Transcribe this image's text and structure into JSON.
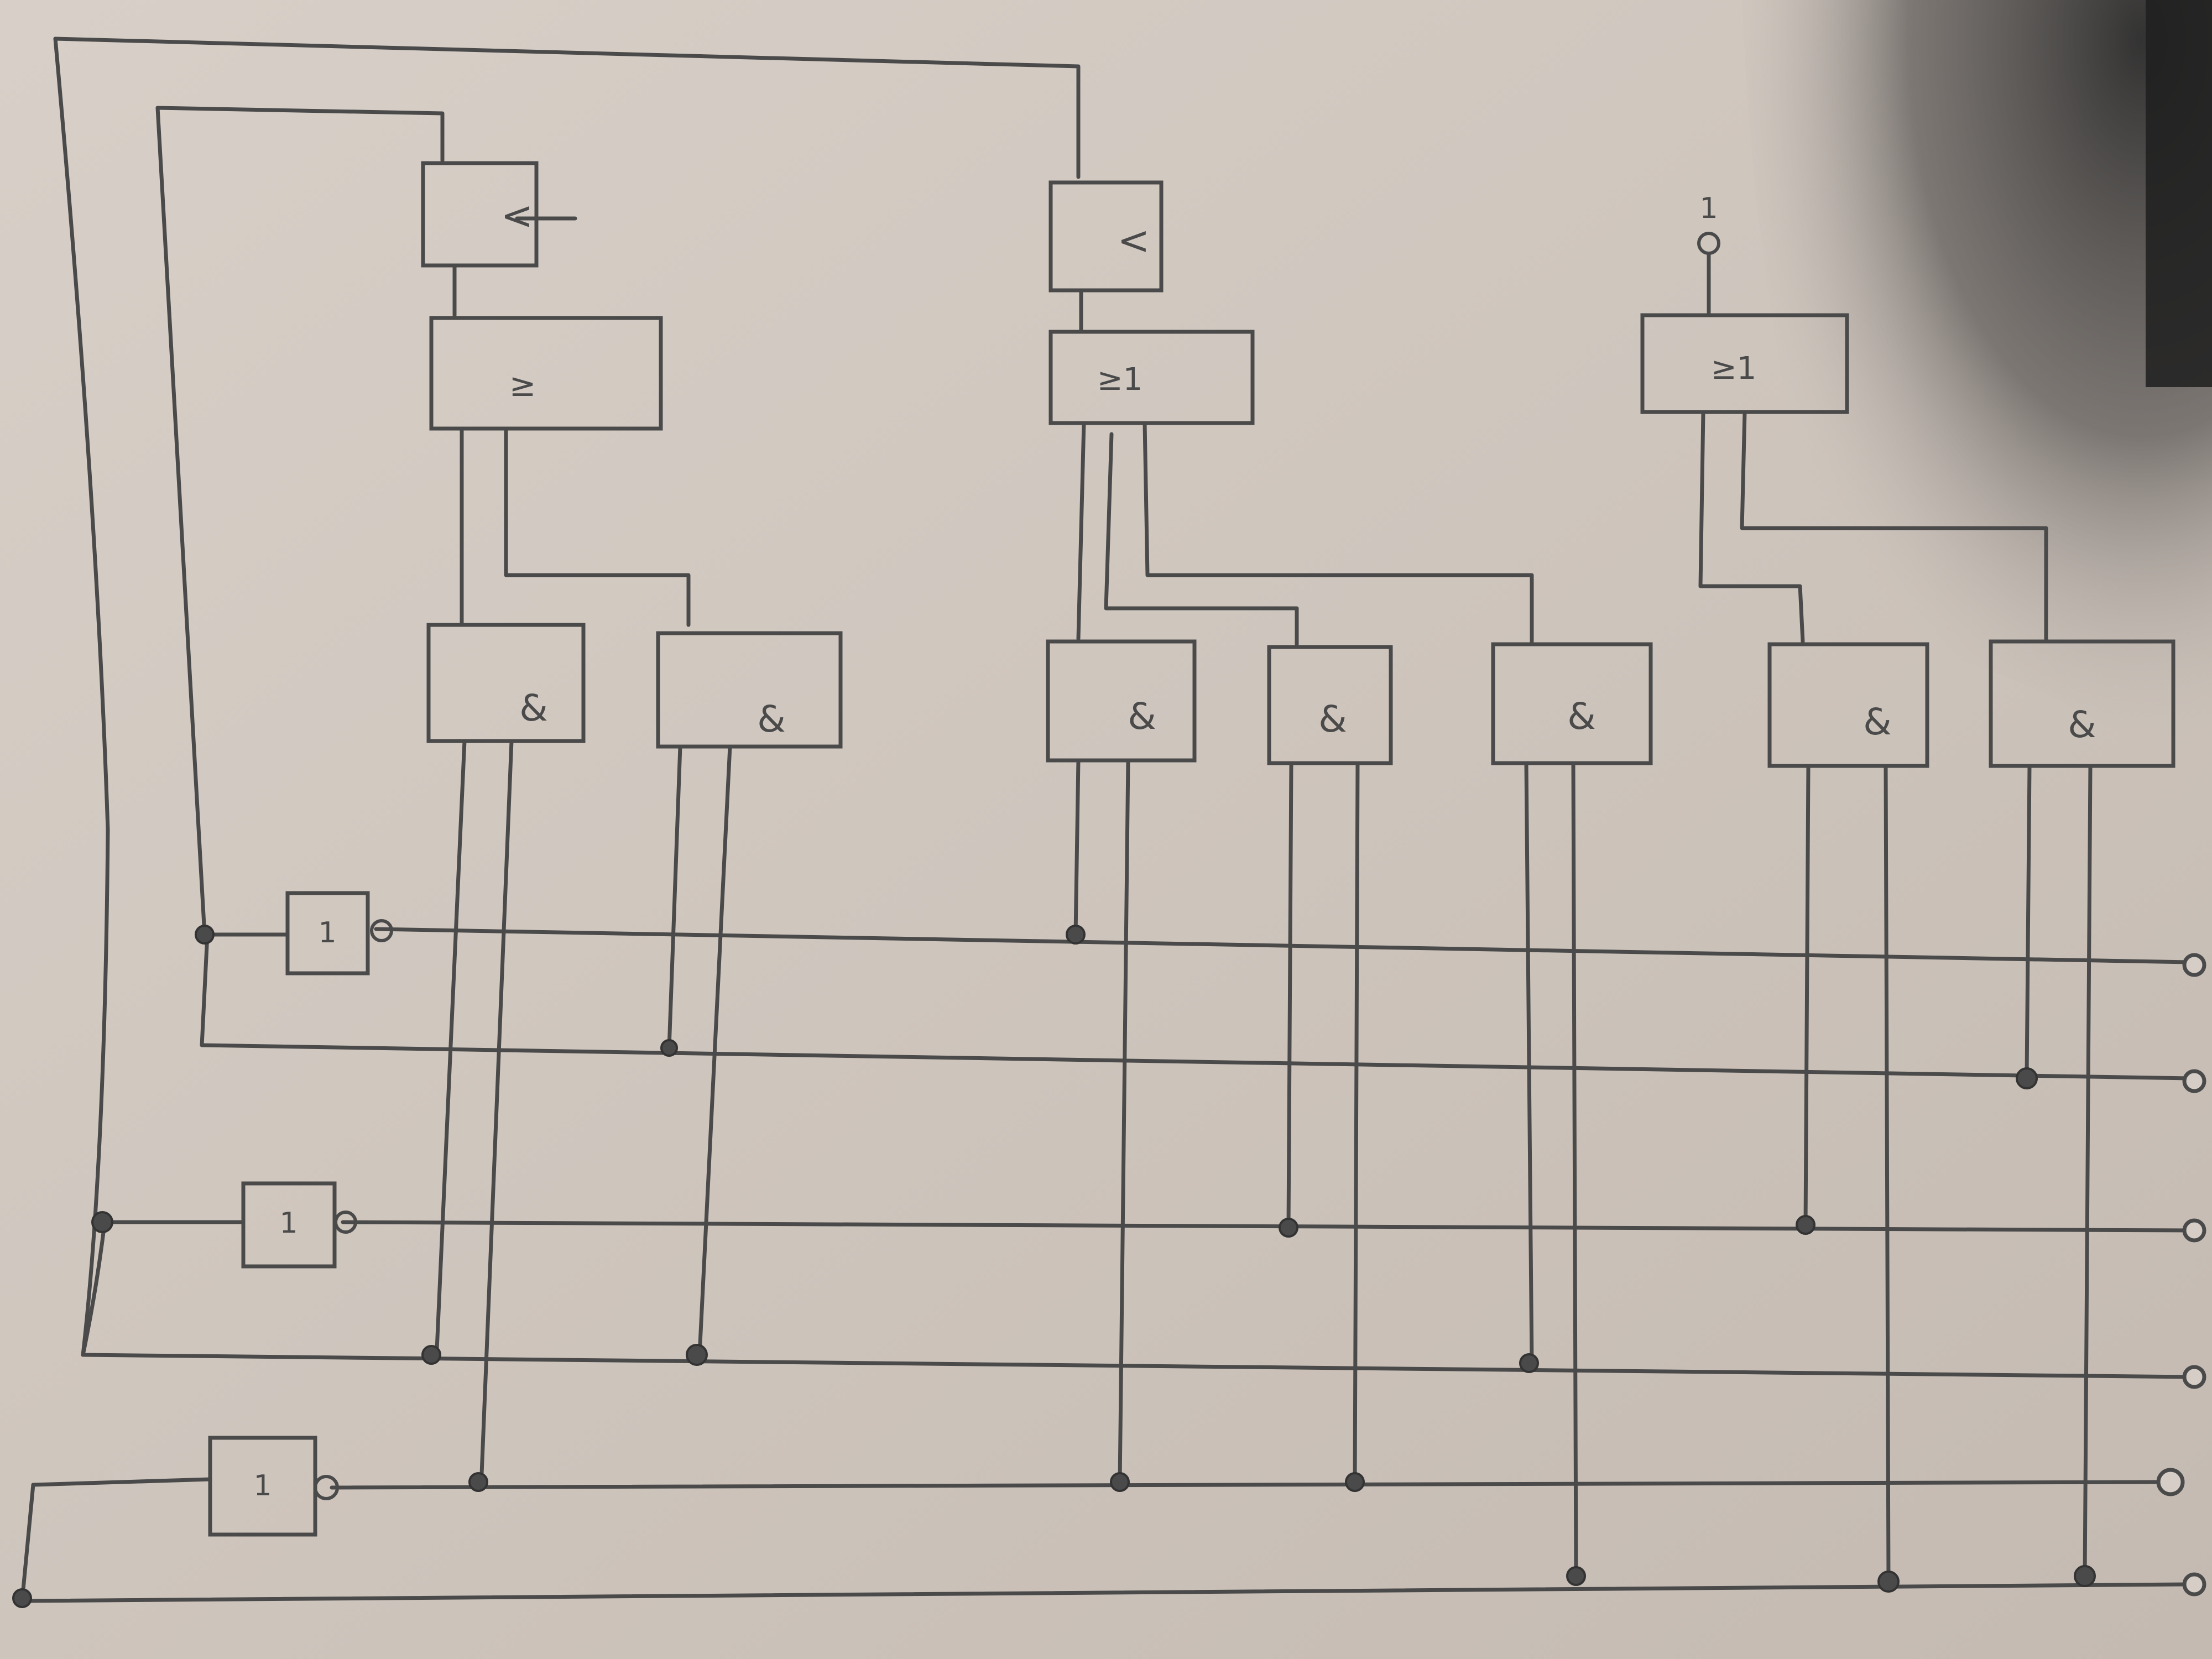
{
  "symbols": {
    "and": "&",
    "not": "1",
    "ge": "≥",
    "lt": "<",
    "ge1": "≥1",
    "one": "1"
  },
  "colors": {
    "paper": "#cdc4bc",
    "ink": "#4a4a4a",
    "shadow": "#3a3a3a"
  }
}
